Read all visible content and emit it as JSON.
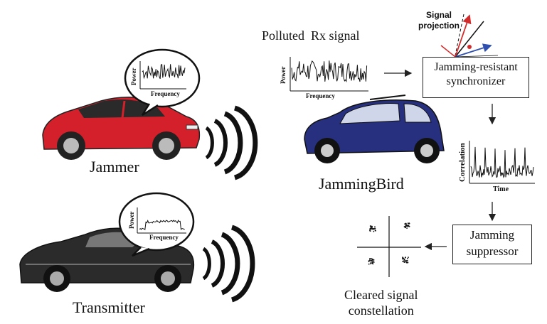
{
  "labels": {
    "jammer": "Jammer",
    "transmitter": "Transmitter",
    "jammingbird": "JammingBird",
    "polluted": "Polluted  Rx signal",
    "signal_projection_1": "Signal",
    "signal_projection_2": "projection",
    "cleared_1": "Cleared signal",
    "cleared_2": "constellation"
  },
  "boxes": {
    "sync_1": "Jamming-resistant",
    "sync_2": "synchronizer",
    "supp_1": "Jamming",
    "supp_2": "suppressor"
  },
  "axes": {
    "power": "Power",
    "frequency": "Frequency",
    "correlation": "Correlation",
    "time": "Time"
  },
  "colors": {
    "jammer_car": "#d4202a",
    "transmitter_car": "#2b2b2b",
    "jammingbird_car": "#26307e",
    "projection_red": "#d32b2b",
    "projection_blue": "#3050b0"
  }
}
